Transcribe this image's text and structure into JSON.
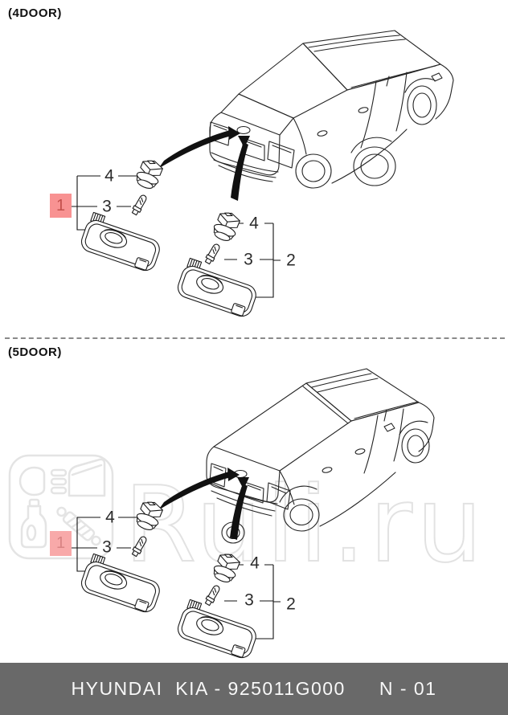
{
  "sections": [
    {
      "label": "(4DOOR)",
      "body_style": "sedan",
      "callouts": {
        "part1": "1",
        "left": {
          "socket": "4",
          "bulb": "3"
        },
        "right": {
          "socket": "4",
          "bulb": "3",
          "assembly": "2"
        }
      }
    },
    {
      "label": "(5DOOR)",
      "body_style": "hatchback",
      "callouts": {
        "part1": "1",
        "left": {
          "socket": "4",
          "bulb": "3"
        },
        "right": {
          "socket": "4",
          "bulb": "3",
          "assembly": "2"
        }
      }
    }
  ],
  "watermark": {
    "text": "Ruli.ru"
  },
  "footer": {
    "left_text": "HYUNDAI  KIA - 925011G000",
    "brand": "HYUNDAI KIA",
    "part_number": "925011G000",
    "page_code": "N - 01",
    "bar_color": "#696969"
  },
  "colors": {
    "highlight_box": "#f89292",
    "highlight_digit": "#c3504c",
    "line_art": "#242424",
    "watermark": "#e2e2e2"
  }
}
